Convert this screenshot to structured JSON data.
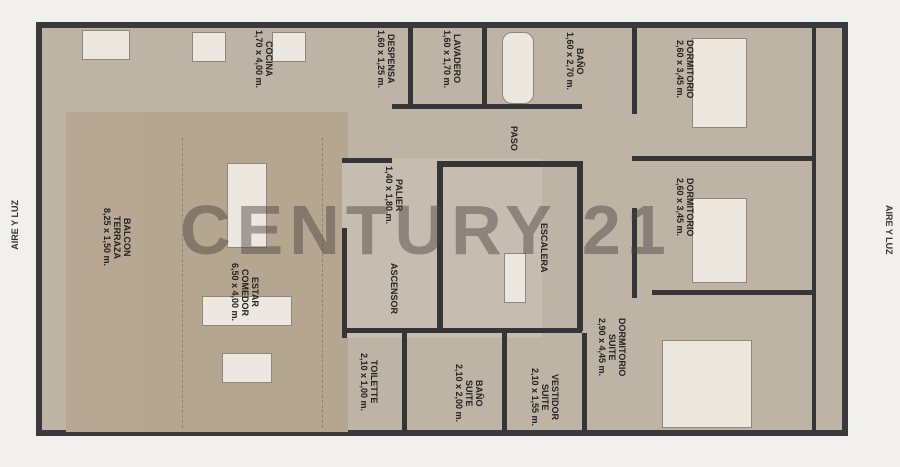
{
  "side_labels": {
    "left": "AIRE Y LUZ",
    "right": "AIRE Y LUZ"
  },
  "rooms": {
    "cocina": {
      "name": "COCINA",
      "dims": "1,70 x 4,00 m."
    },
    "despensa": {
      "name": "DESPENSA",
      "dims": "1,60 x 1,25 m."
    },
    "lavadero": {
      "name": "LAVADERO",
      "dims": "1,60 x 1,70 m."
    },
    "bano": {
      "name": "BAÑO",
      "dims": "1,60 x 2,70 m."
    },
    "dormitorio1": {
      "name": "DORMITORIO",
      "dims": "2,60 x 3,45 m."
    },
    "dormitorio2": {
      "name": "DORMITORIO",
      "dims": "2,60 x 3,45 m."
    },
    "paso": {
      "name": "PASO"
    },
    "palier": {
      "name": "PALIER",
      "dims": "1,40 x 1,80 m."
    },
    "escalera": {
      "name": "ESCALERA"
    },
    "ascensor": {
      "name": "ASCENSOR"
    },
    "balcon": {
      "name": "BALCON",
      "name2": "TERRAZA",
      "dims": "8,25 x 1,50 m."
    },
    "estar": {
      "name": "ESTAR",
      "name2": "COMEDOR",
      "dims": "6,50 x 4,00 m."
    },
    "toilette": {
      "name": "TOILETTE",
      "dims": "2,10 x 1,00 m."
    },
    "bano_suite": {
      "name": "BAÑO",
      "name2": "SUITE",
      "dims": "2,10 x 2,00 m."
    },
    "vestidor": {
      "name": "VESTIDOR",
      "name2": "SUITE",
      "dims": "2,10 x 1,55 m."
    },
    "dormitorio_suite": {
      "name": "DORMITORIO",
      "name2": "SUITE",
      "dims": "2,90 x 4,45 m."
    }
  },
  "watermark": "CENTURY 21",
  "colors": {
    "floor": "#bdb4a6",
    "wall": "#353537",
    "balcony": "#b9a894"
  }
}
